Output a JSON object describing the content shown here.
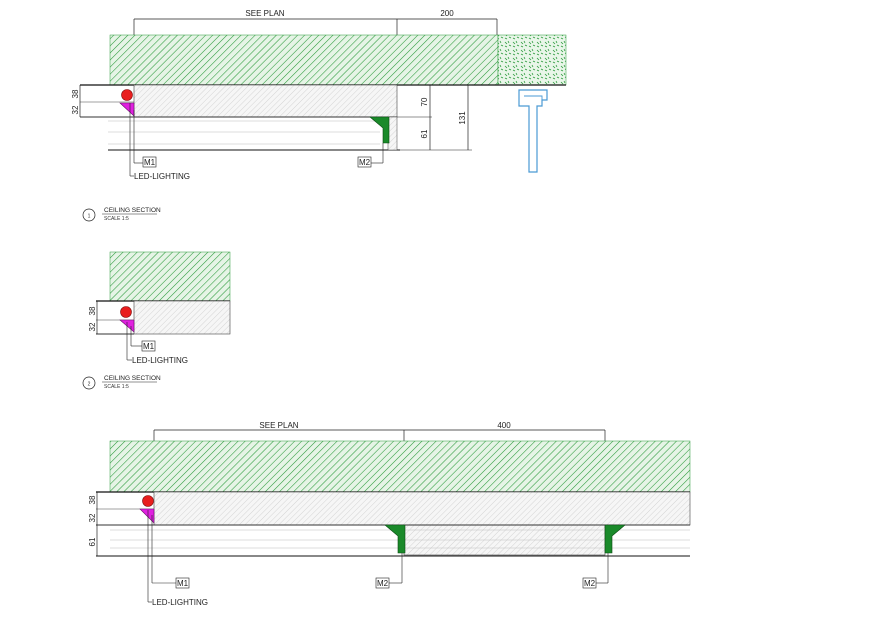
{
  "section1": {
    "dims": {
      "top_left": "SEE PLAN",
      "top_right": "200",
      "left_upper": "38",
      "left_lower": "32",
      "right_a": "70",
      "right_b": "61",
      "right_total": "131"
    },
    "labels": {
      "m1": "M1",
      "m2": "M2",
      "led": "LED-LIGHTING"
    },
    "title": {
      "number": "1",
      "name": "CEILING SECTION",
      "scale": "SCALE 1:5"
    }
  },
  "section2": {
    "dims": {
      "left_upper": "38",
      "left_lower": "32"
    },
    "labels": {
      "m1": "M1",
      "led": "LED-LIGHTING"
    },
    "title": {
      "number": "2",
      "name": "CEILING SECTION",
      "scale": "SCALE 1:5"
    }
  },
  "section3": {
    "dims": {
      "top_left": "SEE PLAN",
      "top_right": "400",
      "left_a": "38",
      "left_b": "32",
      "left_c": "61"
    },
    "labels": {
      "m1": "M1",
      "m2a": "M2",
      "m2b": "M2",
      "led": "LED-LIGHTING"
    }
  },
  "colors": {
    "slab_hatch": "#2a9a3a",
    "slab_fill": "#e3f3e3",
    "grey_hatch": "#b9b9b9",
    "led_red": "#e81e1e",
    "led_magenta": "#e020e0",
    "profile_green": "#1a8a2a",
    "pipe_blue": "#4a9ad4"
  }
}
